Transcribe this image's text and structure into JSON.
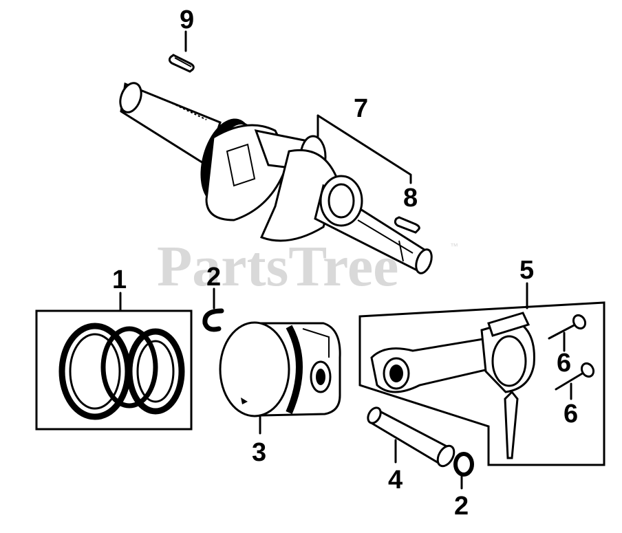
{
  "watermark": {
    "text": "PartsTree",
    "trademark": "™"
  },
  "callouts": {
    "c1": "1",
    "c2a": "2",
    "c2b": "2",
    "c3": "3",
    "c4": "4",
    "c5": "5",
    "c6a": "6",
    "c6b": "6",
    "c7": "7",
    "c8": "8",
    "c9": "9"
  },
  "colors": {
    "line": "#000000",
    "background": "#ffffff",
    "watermark": "#d9d9d9"
  }
}
